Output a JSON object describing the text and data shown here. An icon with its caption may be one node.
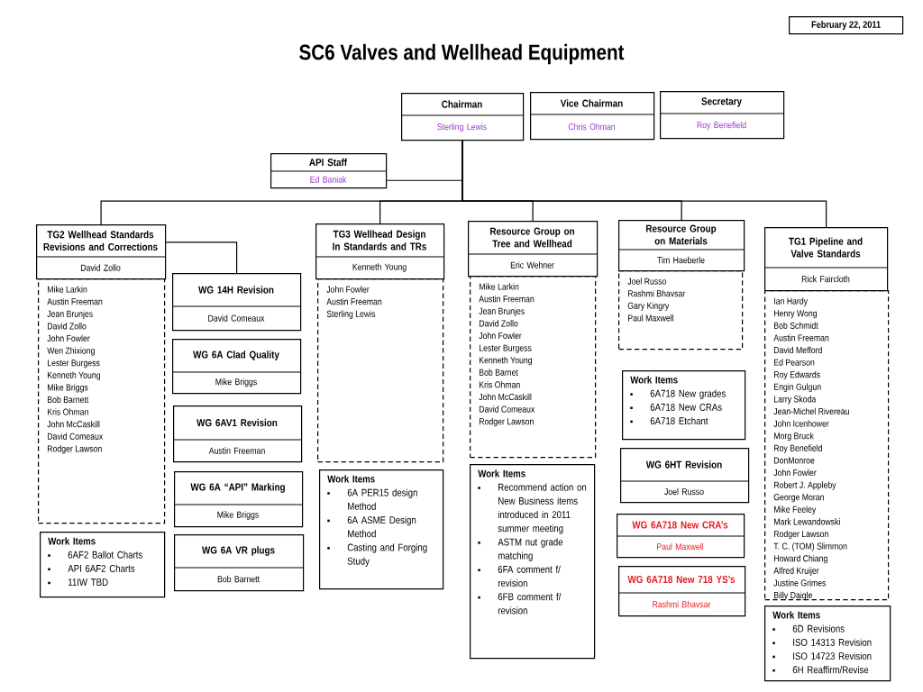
{
  "diagram": {
    "title": "SC6 Valves and Wellhead Equipment",
    "nodes": [
      {
        "text": [
          "February 22, 2011"
        ]
      },
      {
        "text": [
          "Chairman",
          "Sterling Lewis"
        ]
      },
      {
        "text": [
          "Vice Chairman",
          "Chris Ohman"
        ]
      },
      {
        "text": [
          "Secretary",
          "Roy Benefield"
        ]
      },
      {
        "text": [
          "API Staff",
          "Ed Baniak"
        ]
      },
      {
        "text": [
          "TG2 Wellhead Standards Revisions and Corrections",
          "David Zollo"
        ]
      },
      {
        "text": [
          "Mike Larkin",
          "Austin Freeman",
          "Jean Brunjes",
          "David Zollo",
          "John Fowler",
          "Wen Zhixiong",
          "Lester Burgess",
          "Kenneth Young",
          "Mike Briggs",
          "Bob Barnett",
          "Kris Ohman",
          "John  McCaskill",
          "David Comeaux",
          "Rodger Lawson"
        ]
      },
      {
        "text": [
          "Work Items",
          "6AF2 Ballot Charts",
          "API 6AF2 Charts",
          "11IW TBD"
        ]
      },
      {
        "text": [
          "WG 14H Revision",
          "David Comeaux"
        ]
      },
      {
        "text": [
          "WG 6A Clad Quality",
          "Mike Briggs"
        ]
      },
      {
        "text": [
          "WG 6AV1 Revision",
          "Austin Freeman"
        ]
      },
      {
        "text": [
          "WG 6A “API” Marking",
          "Mike Briggs"
        ]
      },
      {
        "text": [
          "WG 6A VR plugs",
          "Bob Barnett"
        ]
      },
      {
        "text": [
          "TG3 Wellhead Design In Standards and TRs",
          "Kenneth Young"
        ]
      },
      {
        "text": [
          "John Fowler",
          "Austin Freeman",
          "Sterling Lewis"
        ]
      },
      {
        "text": [
          "Work Items",
          "6A PER15 design Method",
          "6A ASME Design Method",
          "Casting and Forging Study"
        ]
      },
      {
        "text": [
          "Resource Group on Tree and Wellhead",
          "Eric Wehner"
        ]
      },
      {
        "text": [
          "Mike Larkin",
          "Austin Freeman",
          "Jean Brunjes",
          "David Zollo",
          "John Fowler",
          "Lester Burgess",
          "Kenneth Young",
          "Bob Barnet",
          "Kris Ohman",
          "John  McCaskill",
          "David Comeaux",
          "Rodger Lawson"
        ]
      },
      {
        "text": [
          "Work Items",
          "Recommend action on New Business items introduced in 2011 summer meeting",
          "ASTM nut grade matching",
          "6FA comment f/ revision",
          "6FB comment f/ revision"
        ]
      },
      {
        "text": [
          "Resource Group on Materials",
          "Tim Haeberle"
        ]
      },
      {
        "text": [
          "Joel Russo",
          "Rashmi Bhavsar",
          "Gary Kingry",
          "Paul Maxwell"
        ]
      },
      {
        "text": [
          "Work Items",
          "6A718 New grades",
          "6A718 New CRAs",
          "6A718 Etchant"
        ]
      },
      {
        "text": [
          "WG 6HT Revision",
          "Joel Russo"
        ]
      },
      {
        "text": [
          "WG 6A718 New CRA’s",
          "Paul Maxwell"
        ]
      },
      {
        "text": [
          "WG 6A718 New 718 YS’s",
          "Rashmi Bhavsar"
        ]
      },
      {
        "text": [
          "TG1 Pipeline and Valve Standards",
          "Rick Faircloth"
        ]
      },
      {
        "text": [
          "Ian Hardy",
          "Henry Wong",
          "Bob Schmidt",
          "Austin Freeman",
          "David  Mefford",
          "Ed Pearson",
          "Roy Edwards",
          "Engin Gulgun",
          "Larry Skoda",
          "Jean-Michel Rivereau",
          "John Icenhower",
          "Morg Bruck",
          "Roy Benefield",
          "DonMonroe",
          "John Fowler",
          "Robert J. Appleby",
          "George Moran",
          "Mike Feeley",
          "Mark Lewandowski",
          "Rodger Lawson",
          "T. C. (TOM) Slimmon",
          "Howard Chiang",
          "Alfred Kruijer",
          "Justine Grimes",
          "Billy Daigle"
        ]
      },
      {
        "text": [
          "Work Items",
          "6D Revisions",
          "ISO 14313 Revision",
          "ISO 14723 Revision",
          "6H Reaffirm/Revise"
        ]
      }
    ],
    "edges": [
      {
        "from": 4,
        "to": 1,
        "arrow": "none"
      },
      {
        "from": 1,
        "to": 5,
        "arrow": "none"
      },
      {
        "from": 1,
        "to": 13,
        "arrow": "none"
      },
      {
        "from": 1,
        "to": 16,
        "arrow": "none"
      },
      {
        "from": 1,
        "to": 19,
        "arrow": "none"
      },
      {
        "from": 1,
        "to": 25,
        "arrow": "none"
      },
      {
        "from": 5,
        "to": 8,
        "arrow": "none"
      }
    ]
  }
}
